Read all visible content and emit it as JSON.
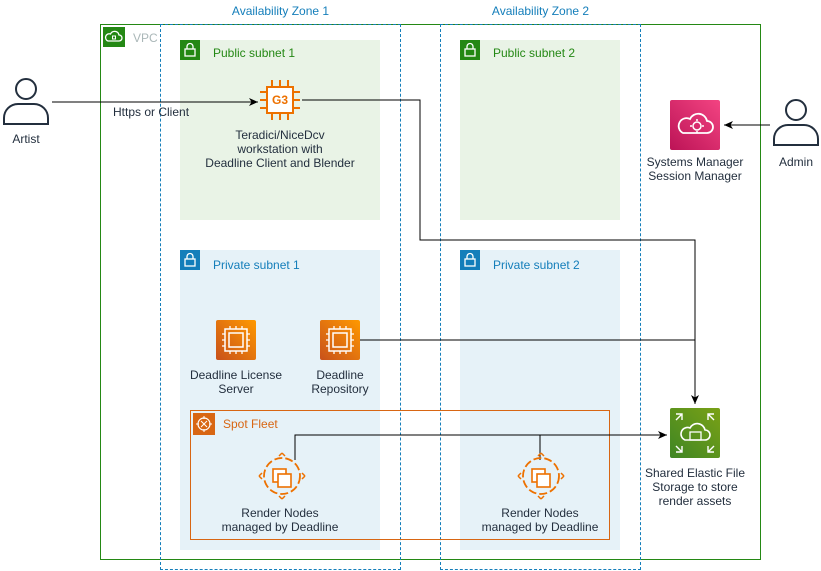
{
  "availability_zones": [
    "Availability Zone 1",
    "Availability Zone 2"
  ],
  "vpc": {
    "label": "VPC"
  },
  "subnets": {
    "public1": "Public subnet 1",
    "public2": "Public subnet 2",
    "private1": "Private subnet 1",
    "private2": "Private subnet 2"
  },
  "spot_fleet": {
    "label": "Spot Fleet"
  },
  "actors": {
    "artist": "Artist",
    "admin": "Admin"
  },
  "connections": {
    "artist_to_workstation": "Https or Client"
  },
  "nodes": {
    "workstation": {
      "badge": "G3",
      "caption": [
        "Teradici/NiceDcv",
        "workstation with",
        "Deadline Client and Blender"
      ]
    },
    "license_server": {
      "caption": [
        "Deadline License",
        "Server"
      ]
    },
    "repository": {
      "caption": [
        "Deadline",
        "Repository"
      ]
    },
    "render_nodes_1": {
      "caption": [
        "Render Nodes",
        "managed by Deadline"
      ]
    },
    "render_nodes_2": {
      "caption": [
        "Render Nodes",
        "managed by Deadline"
      ]
    },
    "ssm": {
      "caption": [
        "Systems Manager",
        "Session Manager"
      ]
    },
    "efs": {
      "caption": [
        "Shared Elastic File",
        "Storage to store",
        "render assets"
      ]
    }
  },
  "colors": {
    "az_border": "#147eba",
    "vpc_border": "#248814",
    "public_fill": "#e9f3e6",
    "private_fill": "#e6f2f8",
    "compute_orange": "#ed7100",
    "storage_green": "#3f8624",
    "management_pink": "#e7157b",
    "spot_border": "#d86613"
  }
}
